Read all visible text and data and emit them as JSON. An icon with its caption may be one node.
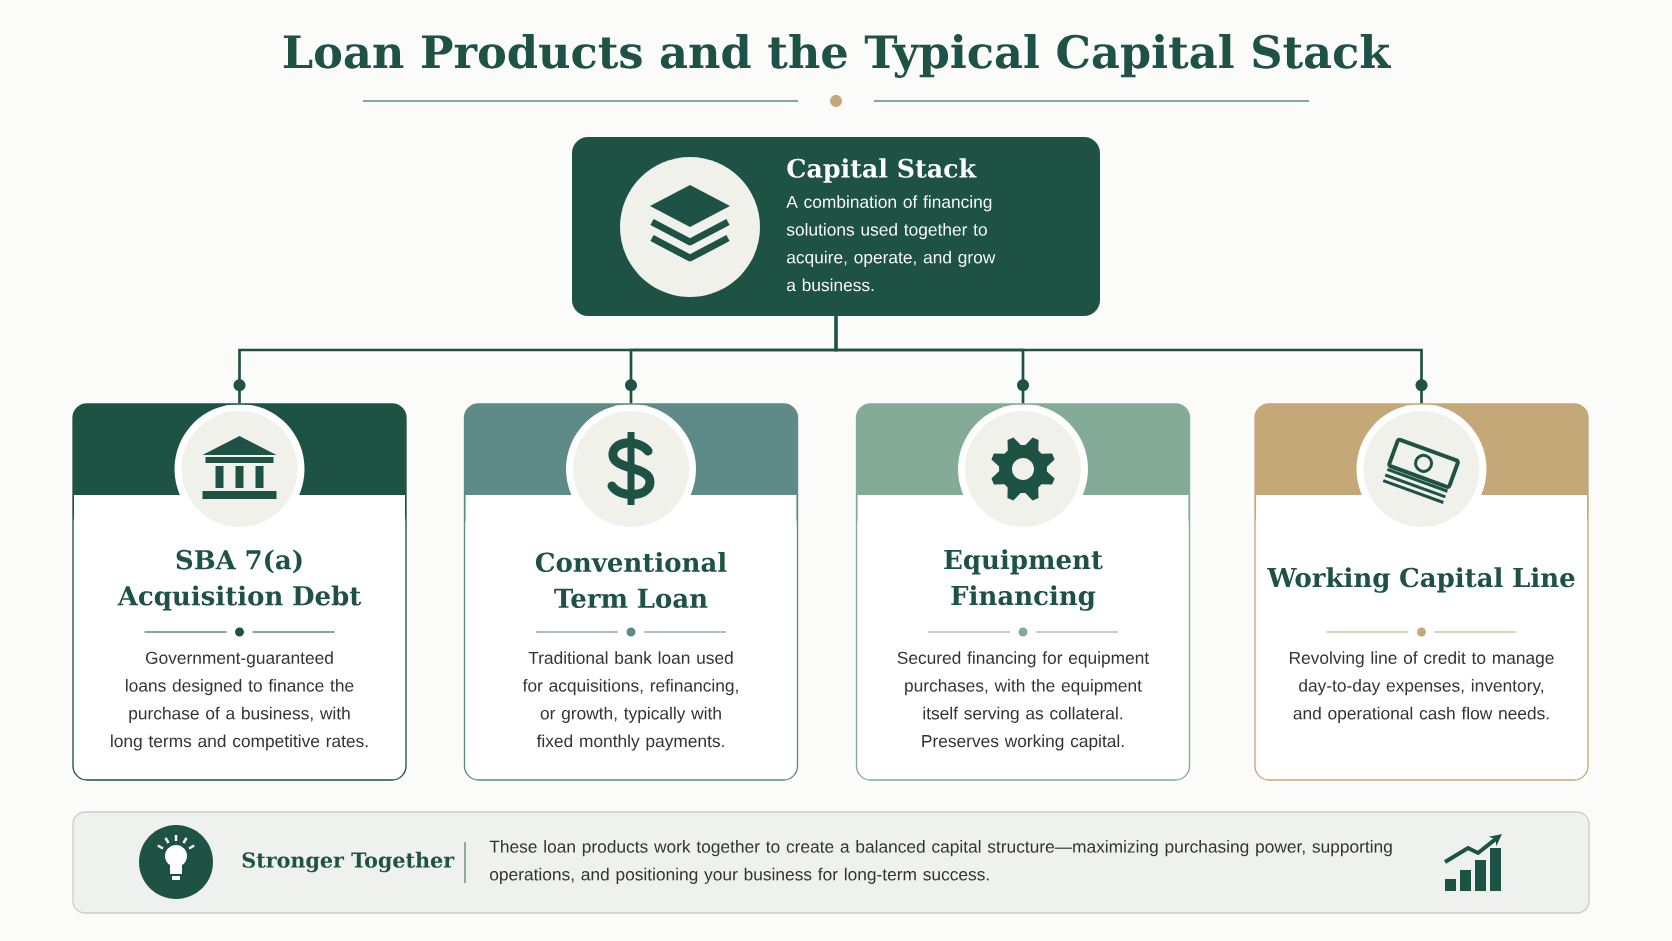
{
  "diagram": {
    "title": "Loan Products and the Typical Capital Stack",
    "nodes": [
      {
        "text": [
          "Capital Stack",
          "A combination of financing solutions used together to acquire, operate, and grow a business."
        ]
      },
      {
        "text": [
          "SBA 7(a) Acquisition Debt",
          "Government-guaranteed loans designed to finance the purchase of a business, with long terms and competitive rates."
        ]
      },
      {
        "text": [
          "Conventional Term Loan",
          "Traditional bank loan used for acquisitions, refinancing, or growth, typically with fixed monthly payments."
        ]
      },
      {
        "text": [
          "Equipment Financing",
          "Secured financing for equipment purchases, with the equipment itself serving as collateral. Preserves working capital."
        ]
      },
      {
        "text": [
          "Working Capital Line",
          "Revolving line of credit to manage day-to-day expenses, inventory, and operational cash flow needs."
        ]
      },
      {
        "text": [
          "Stronger Together",
          "These loan products work together to create a balanced capital structure—maximizing purchasing power, supporting operations, and positioning your business for long-term success."
        ]
      }
    ],
    "edges": [
      {
        "from": 0,
        "to": 1,
        "arrow": "none"
      },
      {
        "from": 0,
        "to": 2,
        "arrow": "none"
      },
      {
        "from": 0,
        "to": 3,
        "arrow": "none"
      },
      {
        "from": 0,
        "to": 4,
        "arrow": "none"
      }
    ]
  }
}
